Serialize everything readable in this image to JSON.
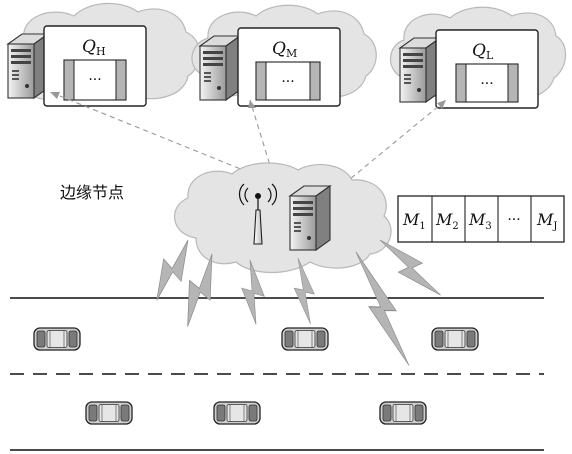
{
  "queues": [
    {
      "letter": "Q",
      "sub": "H"
    },
    {
      "letter": "Q",
      "sub": "M"
    },
    {
      "letter": "Q",
      "sub": "L"
    }
  ],
  "queue_dots": "···",
  "edge_node": {
    "label": "边缘节点"
  },
  "task_row": {
    "cells": [
      {
        "letter": "M",
        "sub": "1"
      },
      {
        "letter": "M",
        "sub": "2"
      },
      {
        "letter": "M",
        "sub": "3"
      },
      {
        "letter": "···",
        "sub": ""
      },
      {
        "letter": "M",
        "sub": "J"
      }
    ]
  },
  "colors": {
    "cloud": "#e4e4e4",
    "cloud_stroke": "#b8b8b8",
    "dash": "#999999",
    "bolt": "#aaaaaa"
  }
}
